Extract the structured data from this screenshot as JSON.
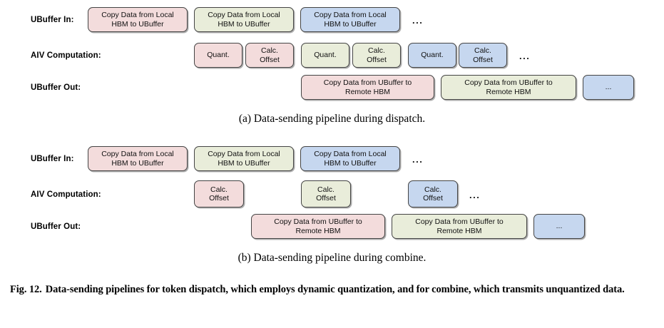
{
  "figure": {
    "caption_label": "Fig. 12.",
    "caption_text": "Data-sending pipelines for token dispatch, which employs dynamic quantization, and for combine, which transmits unquantized data.",
    "colors": {
      "pink": "#f3dcdc",
      "green": "#e9edda",
      "blue": "#c6d7ef",
      "border": "#444444",
      "text": "#111111",
      "background": "#ffffff"
    }
  },
  "panels": [
    {
      "id": "a",
      "subcaption": "(a) Data-sending pipeline during dispatch.",
      "rows": [
        {
          "label": "UBuffer In:",
          "boxes": [
            {
              "line1": "Copy Data from Local",
              "line2": "HBM to UBuffer",
              "color": "pink"
            },
            {
              "line1": "Copy Data from Local",
              "line2": "HBM to UBuffer",
              "color": "green"
            },
            {
              "line1": "Copy Data from Local",
              "line2": "HBM to UBuffer",
              "color": "blue"
            }
          ],
          "ellipsis": "..."
        },
        {
          "label": "AIV Computation:",
          "boxes": [
            {
              "line1": "Quant.",
              "line2": "",
              "color": "pink"
            },
            {
              "line1": "Calc.",
              "line2": "Offset",
              "color": "pink"
            },
            {
              "line1": "Quant.",
              "line2": "",
              "color": "green"
            },
            {
              "line1": "Calc.",
              "line2": "Offset",
              "color": "green"
            },
            {
              "line1": "Quant.",
              "line2": "",
              "color": "blue"
            },
            {
              "line1": "Calc.",
              "line2": "Offset",
              "color": "blue"
            }
          ],
          "ellipsis": "..."
        },
        {
          "label": "UBuffer Out:",
          "boxes": [
            {
              "line1": "Copy Data from UBuffer to",
              "line2": "Remote HBM",
              "color": "pink"
            },
            {
              "line1": "Copy Data from UBuffer to",
              "line2": "Remote HBM",
              "color": "green"
            },
            {
              "line1": "...",
              "line2": "",
              "color": "blue"
            }
          ],
          "ellipsis": ""
        }
      ]
    },
    {
      "id": "b",
      "subcaption": "(b) Data-sending pipeline during combine.",
      "rows": [
        {
          "label": "UBuffer In:",
          "boxes": [
            {
              "line1": "Copy Data from Local",
              "line2": "HBM to UBuffer",
              "color": "pink"
            },
            {
              "line1": "Copy Data from Local",
              "line2": "HBM to UBuffer",
              "color": "green"
            },
            {
              "line1": "Copy Data from Local",
              "line2": "HBM to UBuffer",
              "color": "blue"
            }
          ],
          "ellipsis": "..."
        },
        {
          "label": "AIV Computation:",
          "boxes": [
            {
              "line1": "Calc.",
              "line2": "Offset",
              "color": "pink"
            },
            {
              "line1": "Calc.",
              "line2": "Offset",
              "color": "green"
            },
            {
              "line1": "Calc.",
              "line2": "Offset",
              "color": "blue"
            }
          ],
          "ellipsis": "..."
        },
        {
          "label": "UBuffer Out:",
          "boxes": [
            {
              "line1": "Copy Data from UBuffer to",
              "line2": "Remote HBM",
              "color": "pink"
            },
            {
              "line1": "Copy Data from UBuffer to",
              "line2": "Remote HBM",
              "color": "green"
            },
            {
              "line1": "...",
              "line2": "",
              "color": "blue"
            }
          ],
          "ellipsis": ""
        }
      ]
    }
  ]
}
